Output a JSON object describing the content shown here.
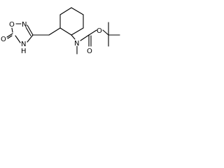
{
  "atom_labels": {
    "o_ring": "O",
    "n_ring_top": "N",
    "o_carbonyl_ring": "O",
    "nh_ring": "N",
    "nh_hydrogen": "H",
    "n_carbamate": "N",
    "o_ester": "O",
    "o_carbonyl": "O"
  },
  "colors": {
    "bond": "#000000",
    "background": "#ffffff"
  }
}
